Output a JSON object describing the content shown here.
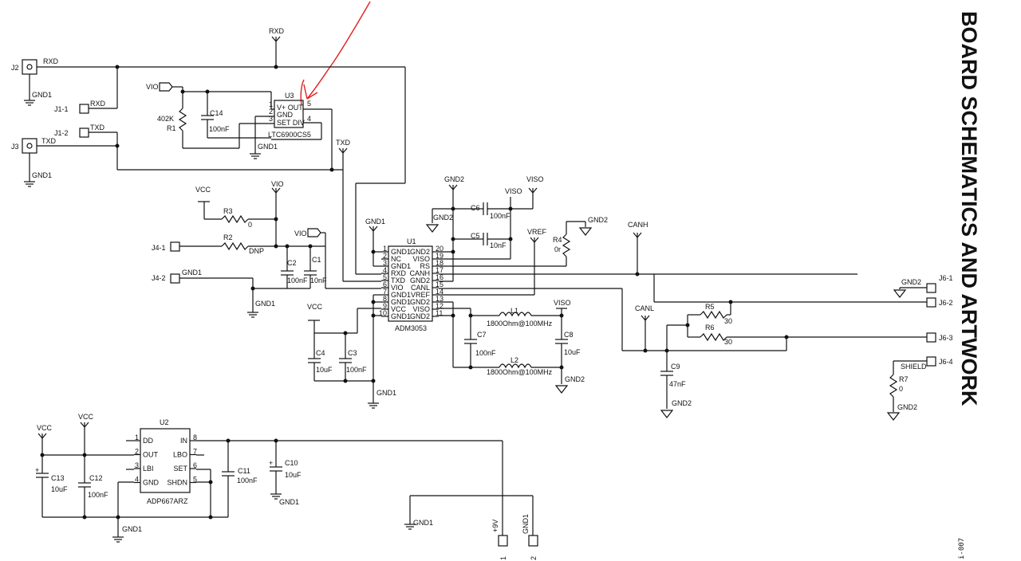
{
  "title": "BOARD SCHEMATICS AND ARTWORK",
  "footer_ref": "i-007",
  "nets": {
    "rxd": "RXD",
    "txd": "TXD",
    "vio": "VIO",
    "viso": "VISO",
    "vcc": "VCC",
    "vref": "VREF",
    "canh": "CANH",
    "canl": "CANL",
    "shield": "SHIELD",
    "gnd1": "GND1",
    "gnd2": "GND2",
    "nine_v": "+9V"
  },
  "connectors": {
    "j2": "J2",
    "j3": "J3",
    "j1_1": "J1-1",
    "j1_2": "J1-2",
    "j4_1": "J4-1",
    "j4_2": "J4-2",
    "j6_1": "J6-1",
    "j6_2": "J6-2",
    "j6_3": "J6-3",
    "j6_4": "J6-4",
    "p1": "1",
    "p2": "2"
  },
  "u3": {
    "ref": "U3",
    "part": "LTC6900CS5",
    "pins_left": [
      "1",
      "2",
      "3"
    ],
    "pin_out": "5",
    "pin_div": "4",
    "pin_labels": [
      "V+ OUT",
      "GND",
      "SET DIV"
    ]
  },
  "u1": {
    "ref": "U1",
    "part": "ADM3053",
    "left_pins": [
      {
        "num": "1",
        "name": "GND1"
      },
      {
        "num": "2",
        "name": "NC"
      },
      {
        "num": "3",
        "name": "GND1"
      },
      {
        "num": "4",
        "name": "RXD"
      },
      {
        "num": "5",
        "name": "TXD"
      },
      {
        "num": "6",
        "name": "VIO"
      },
      {
        "num": "7",
        "name": "GND1"
      },
      {
        "num": "8",
        "name": "GND1"
      },
      {
        "num": "9",
        "name": "VCC"
      },
      {
        "num": "10",
        "name": "GND1"
      }
    ],
    "right_pins": [
      {
        "num": "20",
        "name": "GND2"
      },
      {
        "num": "19",
        "name": "VISO"
      },
      {
        "num": "18",
        "name": "RS"
      },
      {
        "num": "17",
        "name": "CANH"
      },
      {
        "num": "16",
        "name": "GND2"
      },
      {
        "num": "15",
        "name": "CANL"
      },
      {
        "num": "14",
        "name": "VREF"
      },
      {
        "num": "13",
        "name": "GND2"
      },
      {
        "num": "12",
        "name": "VISO"
      },
      {
        "num": "11",
        "name": "GND2"
      }
    ]
  },
  "u2": {
    "ref": "U2",
    "part": "ADP667ARZ",
    "left_pins": [
      {
        "num": "1",
        "name": "DD"
      },
      {
        "num": "2",
        "name": "OUT"
      },
      {
        "num": "3",
        "name": "LBI"
      },
      {
        "num": "4",
        "name": "GND"
      }
    ],
    "right_pins": [
      {
        "num": "8",
        "name": "IN"
      },
      {
        "num": "7",
        "name": "LBO"
      },
      {
        "num": "6",
        "name": "SET"
      },
      {
        "num": "5",
        "name": "SHDN"
      }
    ]
  },
  "parts": {
    "r1": {
      "ref": "R1",
      "value": "402K"
    },
    "r2": {
      "ref": "R2",
      "value": "DNP"
    },
    "r3": {
      "ref": "R3",
      "value": "0"
    },
    "r4": {
      "ref": "R4",
      "value": "0r"
    },
    "r5": {
      "ref": "R5",
      "value": "30"
    },
    "r6": {
      "ref": "R6",
      "value": "30"
    },
    "r7": {
      "ref": "R7",
      "value": "0"
    },
    "c1": {
      "ref": "C1",
      "value": "10nF"
    },
    "c2": {
      "ref": "C2",
      "value": "100nF"
    },
    "c3": {
      "ref": "C3",
      "value": "100nF"
    },
    "c4": {
      "ref": "C4",
      "value": "10uF"
    },
    "c5": {
      "ref": "C5",
      "value": "10nF"
    },
    "c6": {
      "ref": "C6",
      "value": "100nF"
    },
    "c7": {
      "ref": "C7",
      "value": "100nF"
    },
    "c8": {
      "ref": "C8",
      "value": "10uF"
    },
    "c9": {
      "ref": "C9",
      "value": "47nF"
    },
    "c10": {
      "ref": "C10",
      "value": "10uF"
    },
    "c11": {
      "ref": "C11",
      "value": "100nF"
    },
    "c12": {
      "ref": "C12",
      "value": "100nF"
    },
    "c13": {
      "ref": "C13",
      "value": "10uF"
    },
    "c14": {
      "ref": "C14",
      "value": "100nF"
    },
    "l1": {
      "ref": "L1",
      "value": "1800Ohm@100MHz"
    },
    "l2": {
      "ref": "L2",
      "value": "1800Ohm@100MHz"
    }
  },
  "colors": {
    "ink": "#111111",
    "annotation": "#e02020",
    "background": "#ffffff"
  }
}
